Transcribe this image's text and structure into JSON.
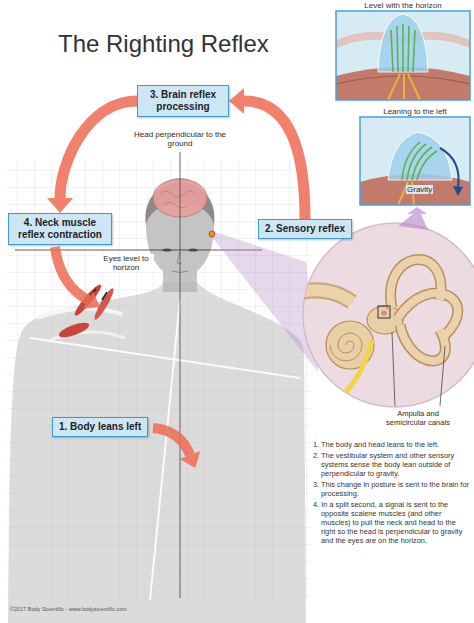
{
  "diagram": {
    "title": "The Righting Reflex",
    "nodes": [
      {
        "text": [
          "Level with the horizon"
        ]
      },
      {
        "text": [
          "3. Brain reflex processing"
        ]
      },
      {
        "text": [
          "Leaning to the left"
        ]
      },
      {
        "text": [
          "4. Neck muscle reflex contraction"
        ]
      },
      {
        "text": [
          "2. Sensory reflex"
        ]
      },
      {
        "text": [
          "1. Body leans left"
        ]
      }
    ],
    "edges": [
      {
        "from": 4,
        "to": 1,
        "arrow": "to"
      },
      {
        "from": 1,
        "to": 3,
        "arrow": "to"
      }
    ],
    "labels": [
      "Head perpendicular to the ground",
      "Eyes level to horizon",
      "Gravity",
      "Ampulla and semicircular canals",
      "1. The body and head leans to the left.",
      "2. The vestibular system and other sensory systems sense the body lean outside of perpendicular to gravity.",
      "3. This change in posture is sent to the brain for processing.",
      "4. In a split second, a signal is sent to the opposite scalene muscles (and other muscles) to pull the neck and head to the right so the head is perpendicular to gravity and the eyes are on the horizon.",
      "©2017 Body Scientific - www.bodyscientific.com"
    ]
  }
}
